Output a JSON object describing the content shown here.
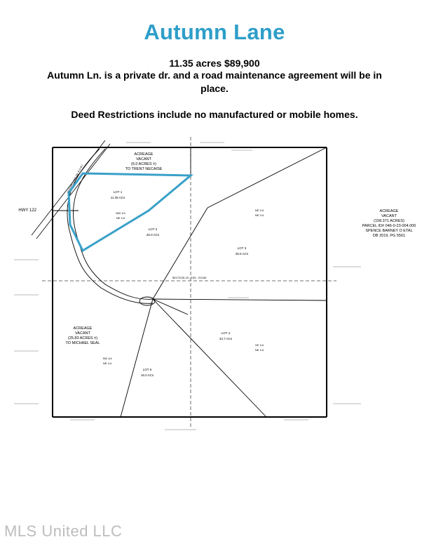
{
  "header": {
    "title": "Autumn Lane",
    "price_line": "11.35 acres $89,900",
    "road_line_1": "Autumn Ln. is a private dr. and a road maintenance agreement will be in",
    "road_line_2": "place.",
    "restrictions": "Deed Restrictions include no manufactured or mobile homes."
  },
  "plat": {
    "north_label": "ACREAGE",
    "north_vacant": "VACANT",
    "north_area": "(6.0 ACRES ±)",
    "north_owner": "TO TRENT NECAISE",
    "east_label": "ACREAGE",
    "east_vacant": "VACANT",
    "east_area": "(158.371 ACRES)",
    "east_parcel": "PARCEL ID# 046-0-23-004.000",
    "east_owner": "SPENCE BARNEY O ETAL",
    "east_book": "DB 2019, PG 5561",
    "west_label": "ACREAGE",
    "west_vacant": "VACANT",
    "west_area": "(25.83 ACRES ±)",
    "west_owner": "TO MICHAEL SEAL",
    "lot1_name": "LOT 1",
    "lot1_area": "11.35 ACs",
    "lot2_name": "LOT 2",
    "lot2_area": "26.0 ACs",
    "lot3_name": "LOT 3",
    "lot3_area": "26.6 ACs",
    "lot4_name": "LOT 4",
    "lot4_area": "34.7 ACs",
    "lot5_name": "LOT 5",
    "lot5_area": "16.0 ACs",
    "ne_quarter": "NE 1/4",
    "ne_quarter_b": "NE 1/4",
    "nw_quarter": "NW 1/4",
    "nw_quarter_b": "NE 1/4",
    "se_quarter": "SE 1/4",
    "se_quarter_b": "NE 1/4",
    "sw_quarter": "SW 1/4",
    "sw_quarter_b": "NE 1/4",
    "section_label": "SECTION 23 - T6S - R13W",
    "highway_label": "HWY 122",
    "road_label": "AUTUMN LANE (50' R.O.W.)",
    "highlight_color": "#3aa0c8"
  },
  "footer": {
    "watermark": "MLS United LLC"
  }
}
